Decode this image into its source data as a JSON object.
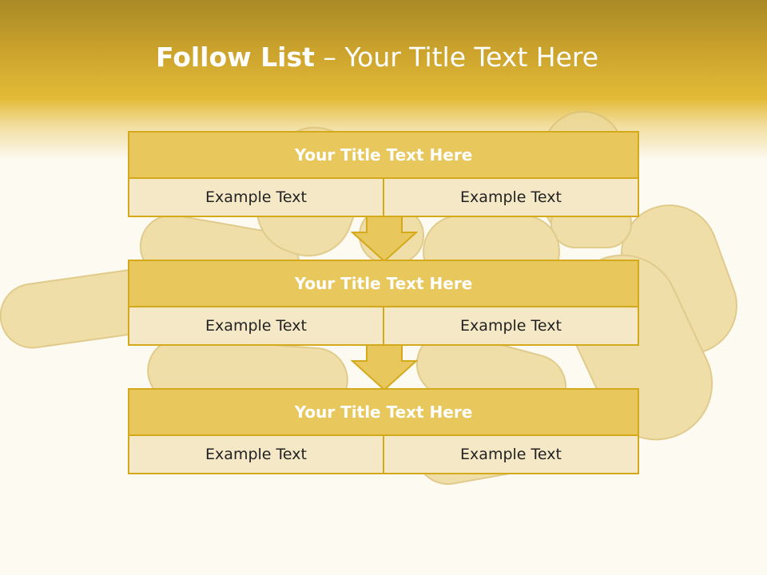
{
  "slide": {
    "title_bold": "Follow List",
    "title_rest": " – Your Title Text Here"
  },
  "blocks": [
    {
      "title": "Your Title Text Here",
      "left": "Example Text",
      "right": "Example Text"
    },
    {
      "title": "Your Title Text Here",
      "left": "Example Text",
      "right": "Example Text"
    },
    {
      "title": "Your Title Text Here",
      "left": "Example Text",
      "right": "Example Text"
    }
  ],
  "colors": {
    "accent_gold": "#d4a91c",
    "title_fill": "#e8c75c",
    "cell_fill": "#f5e8c6"
  },
  "icons": {
    "connector": "down-arrow-icon"
  }
}
